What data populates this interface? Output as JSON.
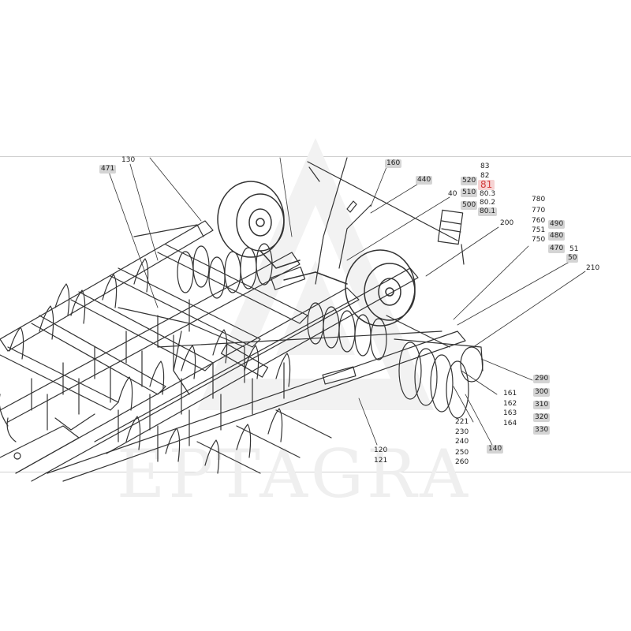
{
  "watermark": {
    "text": "EPTAGRA",
    "color": "#efefef"
  },
  "colors": {
    "line": "#333333",
    "label_box": "#d4d4d4",
    "highlight_bg": "#f6d3d3",
    "highlight_text": "#d23b3b"
  },
  "callouts": {
    "c471": "471",
    "c130": "130",
    "c160": "160",
    "c440": "440",
    "c40": "40",
    "c520": "520",
    "c510": "510",
    "c500": "500",
    "c83": "83",
    "c82": "82",
    "c81": "81",
    "c80_3": "80.3",
    "c80_2": "80.2",
    "c80_1": "80.1",
    "c200": "200",
    "c780": "780",
    "c770": "770",
    "c760": "760",
    "c751": "751",
    "c750": "750",
    "c490": "490",
    "c480": "480",
    "c470": "470",
    "c51": "51",
    "c50": "50",
    "c210": "210",
    "c290": "290",
    "c300": "300",
    "c310": "310",
    "c320": "320",
    "c330": "330",
    "c161": "161",
    "c162": "162",
    "c163": "163",
    "c164": "164",
    "c221": "221",
    "c230": "230",
    "c240": "240",
    "c250": "250",
    "c260": "260",
    "c140": "140",
    "c120": "120",
    "c121": "121"
  }
}
